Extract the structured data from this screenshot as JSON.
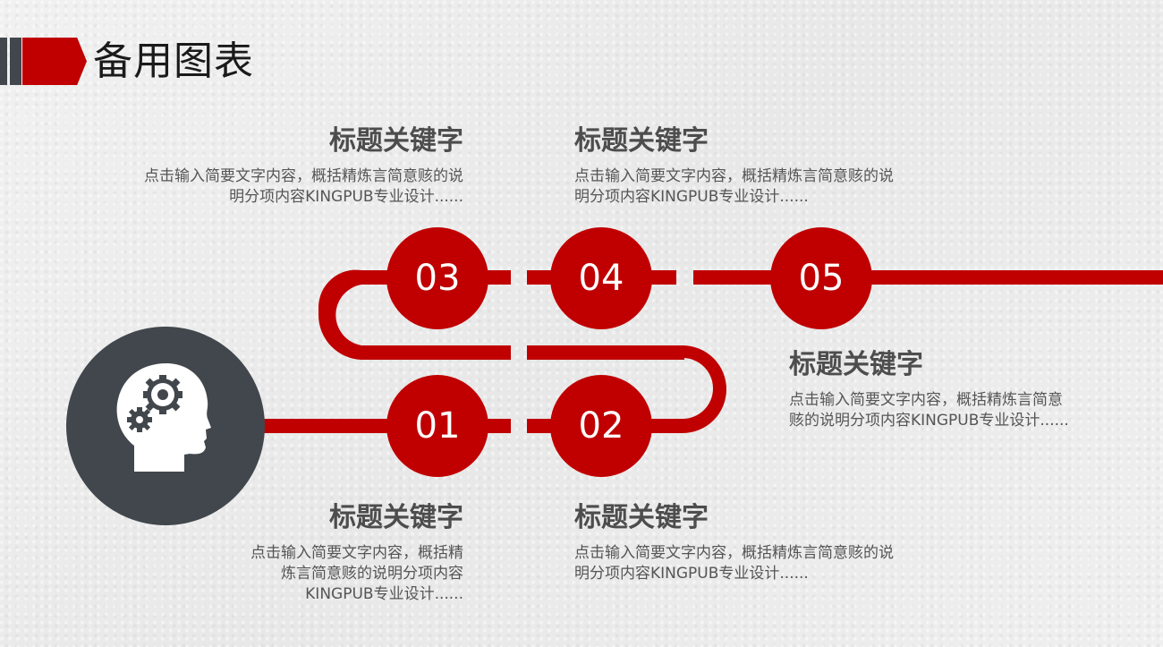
{
  "header": {
    "title": "备用图表"
  },
  "colors": {
    "accent": "#c00000",
    "dark": "#41474c",
    "title_text": "#4d4d4d",
    "body_text": "#555555"
  },
  "hub": {
    "icon": "head-with-gears-icon"
  },
  "steps": [
    {
      "num": "01",
      "title": "标题关键字",
      "desc_lines": [
        "点击输入简要文字内容，概括精",
        "炼言简意赅的说明分项内容",
        "KINGPUB专业设计......"
      ]
    },
    {
      "num": "02",
      "title": "标题关键字",
      "desc_lines": [
        "点击输入简要文字内容，概括精炼言简意赅的说",
        "明分项内容KINGPUB专业设计......"
      ]
    },
    {
      "num": "03",
      "title": "标题关键字",
      "desc_lines": [
        "点击输入简要文字内容，概括精炼言简意赅的说",
        "明分项内容KINGPUB专业设计......"
      ]
    },
    {
      "num": "04",
      "title": "标题关键字",
      "desc_lines": [
        "点击输入简要文字内容，概括精炼言简意赅的说",
        "明分项内容KINGPUB专业设计......"
      ]
    },
    {
      "num": "05",
      "title": "标题关键字",
      "desc_lines": [
        "点击输入简要文字内容，概括精炼言简意",
        "赅的说明分项内容KINGPUB专业设计......"
      ]
    }
  ]
}
